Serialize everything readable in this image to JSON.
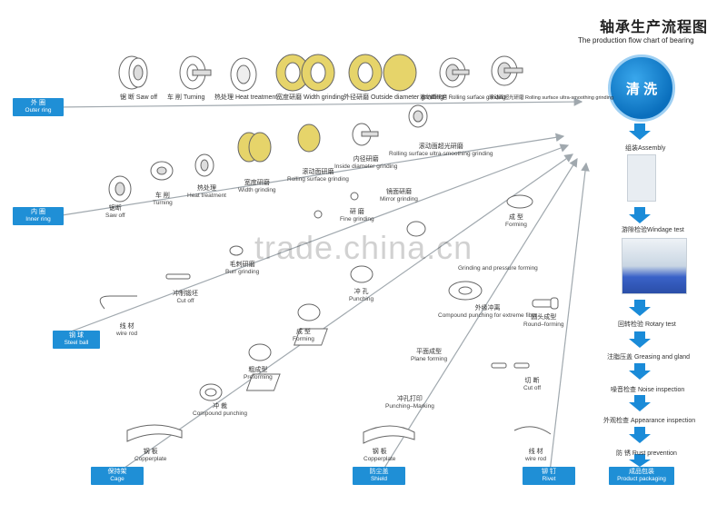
{
  "title": {
    "cn": "轴承生产流程图",
    "en": "The production flow chart of bearing"
  },
  "cleaning": "清 洗",
  "watermark": "trade.china.cn",
  "tags": {
    "outer_ring": {
      "cn": "外 圈",
      "en": "Outer ring"
    },
    "inner_ring": {
      "cn": "内 圈",
      "en": "Inner ring"
    },
    "steel_ball": {
      "cn": "钢 球",
      "en": "Steel ball"
    },
    "cage": {
      "cn": "保持架",
      "en": "Cage"
    },
    "shield": {
      "cn": "防尘盖",
      "en": "Shield"
    },
    "rivet": {
      "cn": "铆 钉",
      "en": "Rivet"
    },
    "packaging": {
      "cn": "成品包装",
      "en": "Product packaging"
    }
  },
  "outer_steps": [
    {
      "cn": "锯 断",
      "en": "Saw off"
    },
    {
      "cn": "车 削",
      "en": "Turning"
    },
    {
      "cn": "热处理",
      "en": "Heat treatment"
    },
    {
      "cn": "宽度研磨",
      "en": "Width grinding"
    },
    {
      "cn": "外径研磨",
      "en": "Outside diameter grinding"
    },
    {
      "cn": "滚动面研磨",
      "en": "Rolling surface grinding"
    },
    {
      "cn": "滚动面超光研磨",
      "en": "Rolling surface ultra-smoothing grinding"
    }
  ],
  "inner_steps": [
    {
      "cn": "锯断",
      "en": "Saw off"
    },
    {
      "cn": "车 削",
      "en": "Turning"
    },
    {
      "cn": "热处理",
      "en": "Heat treatment"
    },
    {
      "cn": "宽度研磨",
      "en": "Width grinding"
    },
    {
      "cn": "滚动面研磨",
      "en": "Rolling surface grinding"
    },
    {
      "cn": "内径研磨",
      "en": "Inside diameter grinding"
    },
    {
      "cn": "滚动面超光研磨",
      "en": "Rolling surface ultra-smoothing grinding"
    }
  ],
  "ball_steps": [
    {
      "cn": "线 材",
      "en": "wire rod"
    },
    {
      "cn": "冲制锻坯",
      "en": "Cut off"
    },
    {
      "cn": "毛刺研磨",
      "en": "Burr grinding"
    },
    {
      "cn": "研 磨",
      "en": "Fine grinding"
    },
    {
      "cn": "镜面研磨",
      "en": "Mirror grinding"
    }
  ],
  "cage_steps": [
    {
      "cn": "钢 板",
      "en": "Copperplate"
    },
    {
      "cn": "冲 裁",
      "en": "Compound punching"
    },
    {
      "cn": "粗成型",
      "en": "Preforming"
    },
    {
      "cn": "成 型",
      "en": "Forming"
    },
    {
      "cn": "冲 孔",
      "en": "Punching"
    },
    {
      "cn": "",
      "en": "Grinding and pressure forming"
    },
    {
      "cn": "成 型",
      "en": "Forming"
    }
  ],
  "shield_steps": [
    {
      "cn": "钢 板",
      "en": "Copperplate"
    },
    {
      "cn": "冲孔打印",
      "en": "Punching–Marking"
    },
    {
      "cn": "平面成型",
      "en": "Plane forming"
    },
    {
      "cn": "外缘冲离",
      "en": "Compound punching for extreme fiber"
    }
  ],
  "rivet_steps": [
    {
      "cn": "线 材",
      "en": "wire rod"
    },
    {
      "cn": "切 断",
      "en": "Cut off"
    },
    {
      "cn": "圆头成型",
      "en": "Round–forming"
    }
  ],
  "right_steps": [
    {
      "cn": "组装",
      "en": "Assembly"
    },
    {
      "cn": "游隙检验",
      "en": "Windage test"
    },
    {
      "cn": "回转检验",
      "en": "Rotary test"
    },
    {
      "cn": "注脂压盖",
      "en": "Greasing and gland"
    },
    {
      "cn": "噪音检查",
      "en": "Noise inspection"
    },
    {
      "cn": "外观检查",
      "en": "Appearance inspection"
    },
    {
      "cn": "防 锈",
      "en": "Rust prevention"
    }
  ],
  "colors": {
    "accent": "#1f8fd6",
    "arrow": "#1a8bd8",
    "line": "#9aa2a8"
  }
}
